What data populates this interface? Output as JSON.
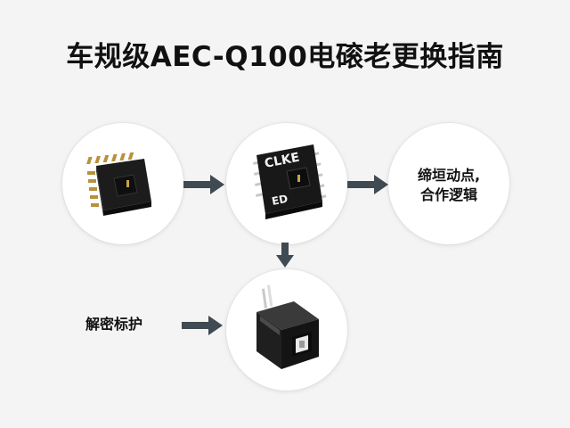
{
  "title": "车规级AEC-Q100电磙老更换指南",
  "steps": [
    {
      "icon": "sensor-chip-icon"
    },
    {
      "icon": "marked-chip-icon",
      "marking_top": "CLKE",
      "marking_bottom": "ED"
    },
    {
      "line1": "缔垣动点,",
      "line2": "合作逻辑"
    },
    {
      "icon": "module-cube-icon"
    }
  ],
  "side_label": "解密标护",
  "colors": {
    "background": "#f4f4f4",
    "arrow": "#3f4a52",
    "chip": "#1a1a1a",
    "pin": "#b8913c"
  }
}
